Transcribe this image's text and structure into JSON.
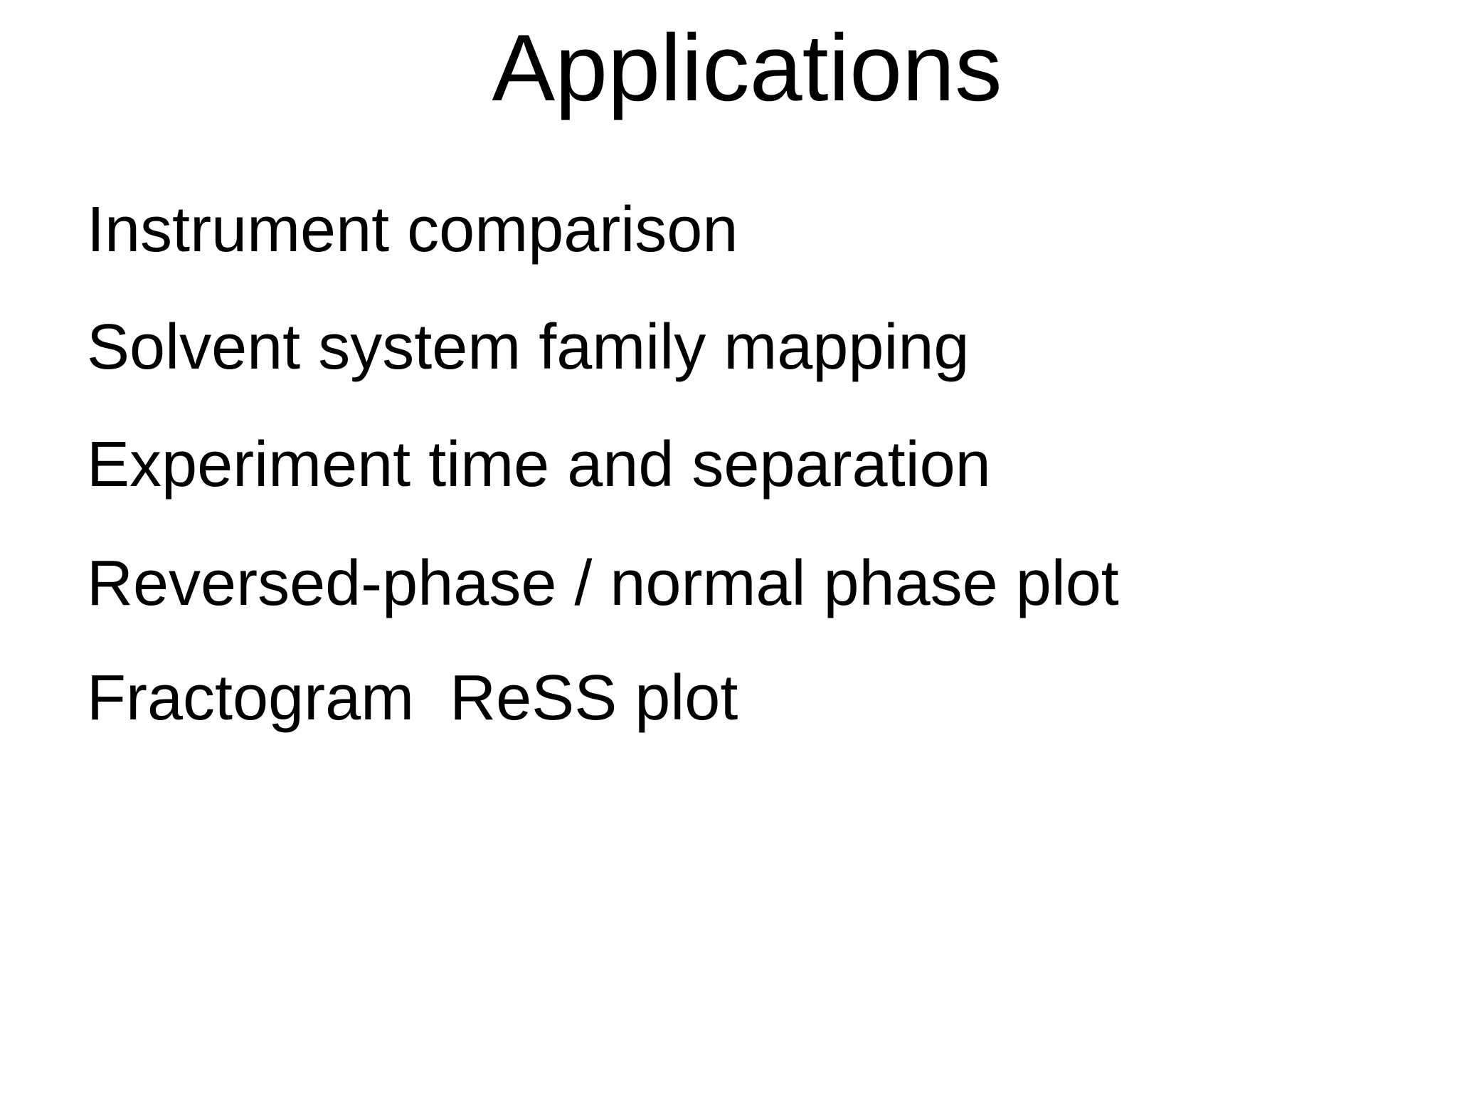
{
  "slide": {
    "title": "Applications",
    "items": [
      "Instrument comparison",
      "Solvent system family mapping",
      "Experiment time and separation",
      "Reversed-phase / normal phase plot",
      "Fractogram  ReSS plot"
    ],
    "colors": {
      "background": "#ffffff",
      "text": "#000000"
    }
  }
}
